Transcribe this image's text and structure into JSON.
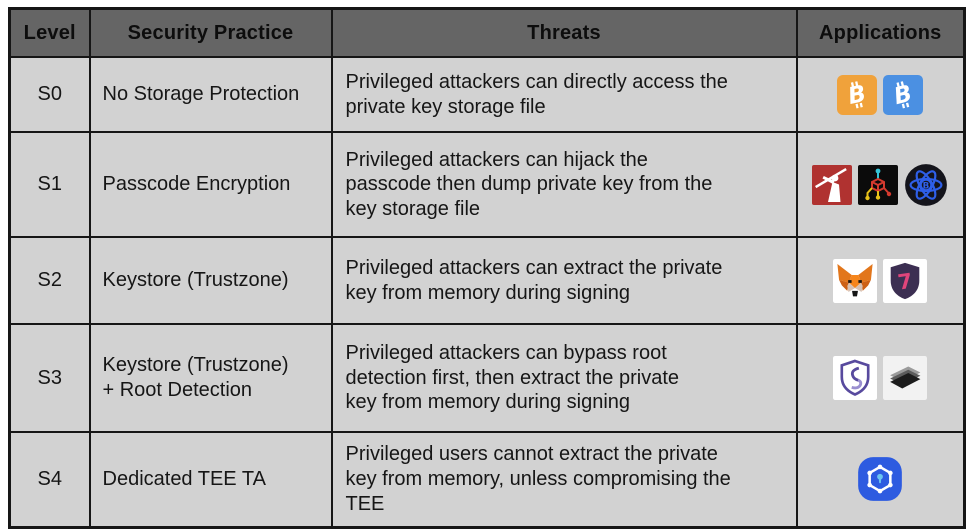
{
  "table": {
    "colors": {
      "header_bg": "#656565",
      "row_bg": "#d2d2d2",
      "border": "#161616",
      "text": "#161616"
    },
    "header": [
      "Level",
      "Security Practice",
      "Threats",
      "Applications"
    ],
    "rows": [
      {
        "level": "S0",
        "practice": "No Storage Protection",
        "threat": "Privileged attackers can directly access the\nprivate key storage file",
        "apps": [
          {
            "name": "bitcoin-orange-icon",
            "color": "#f0a23b"
          },
          {
            "name": "bitcoin-blue-icon",
            "color": "#4b90e2"
          }
        ]
      },
      {
        "level": "S1",
        "practice": "Passcode Encryption",
        "threat": "Privileged attackers can hijack the\npasscode then dump private key from the\nkey storage file",
        "apps": [
          {
            "name": "samurai-wallet-icon",
            "color": "#b03230"
          },
          {
            "name": "cube-wallet-icon",
            "color": "#0b0b0b"
          },
          {
            "name": "electron-wallet-icon",
            "color": "#14141b"
          }
        ]
      },
      {
        "level": "S2",
        "practice": "Keystore (Trustzone)",
        "threat": "Privileged attackers can extract the private\nkey from memory during signing",
        "apps": [
          {
            "name": "metamask-fox-icon",
            "color": "#ffffff"
          },
          {
            "name": "shield-t-wallet-icon",
            "color": "#ffffff"
          }
        ]
      },
      {
        "level": "S3",
        "practice": "Keystore (Trustzone)\n+ Root Detection",
        "threat": "Privileged attackers can bypass root\ndetection first, then extract the private\nkey from memory during signing",
        "apps": [
          {
            "name": "shield-s-wallet-icon",
            "color": "#ffffff"
          },
          {
            "name": "layers-wallet-icon",
            "color": "#f2f2f2"
          }
        ]
      },
      {
        "level": "S4",
        "practice": "Dedicated TEE TA",
        "threat": "Privileged users cannot extract the private\nkey from memory, unless compromising the\nTEE",
        "apps": [
          {
            "name": "samsung-keystore-icon",
            "color": "#2d5be0"
          }
        ]
      }
    ]
  }
}
